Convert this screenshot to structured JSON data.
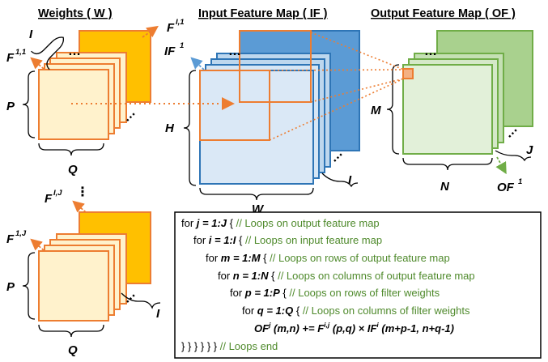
{
  "titles": {
    "weights": "Weights ( W )",
    "input": "Input Feature Map ( IF )",
    "output": "Output Feature Map ( OF )"
  },
  "labels": {
    "F": "F",
    "IF": "IF",
    "OF": "OF",
    "sup_11": "1,1",
    "sup_I1": "I,1",
    "sup_IJ": "I,J",
    "sup_1J": "1,J",
    "sup_1": "1",
    "I": "I",
    "J": "J",
    "P": "P",
    "Q": "Q",
    "H": "H",
    "W": "W",
    "M": "M",
    "N": "N",
    "dots": "…",
    "vdots": "⋮"
  },
  "code": {
    "line1": {
      "kw": "for ",
      "var": "j = 1:J",
      "brace": " { ",
      "comment": "// Loops on output feature map"
    },
    "line2": {
      "kw": "for ",
      "var": "i = 1:I",
      "brace": " { ",
      "comment": "// Loops on input feature map"
    },
    "line3": {
      "kw": "for ",
      "var": "m = 1:M",
      "brace": " { ",
      "comment": "// Loops on rows of output feature map"
    },
    "line4": {
      "kw": "for ",
      "var": "n = 1:N",
      "brace": " { ",
      "comment": "// Loops on columns of output feature map"
    },
    "line5": {
      "kw": "for ",
      "var": "p = 1:P",
      "brace": " { ",
      "comment": "// Loops on rows of filter weights"
    },
    "line6": {
      "kw": "for ",
      "var": "q = 1:Q",
      "brace": " { ",
      "comment": "// Loops on columns of filter weights"
    },
    "line7": {
      "of": "OF",
      "of_sup": "j",
      "lhs_args": " (m,n) += F",
      "f_sup": "i,j",
      "f_args": " (p,q) × IF",
      "if_sup": "i",
      "if_args": " (m+p-1, n+q-1)"
    },
    "line8": {
      "braces": "} } } } } } ",
      "comment": "// Loops end"
    }
  },
  "colors": {
    "orange": "#ed7d31",
    "gold": "#ffc000",
    "paleYellow": "#fff2cc",
    "blue": "#2e75b6",
    "blueFill": "#5b9bd5",
    "lightBlue": "#bdd7ee",
    "palestBlue": "#dae8f6",
    "green": "#70ad47",
    "greenFill": "#a9d18e",
    "lightGreen": "#c5e0b4",
    "palestGreen": "#e2f0d9",
    "commentGreen": "#4f8a2c"
  }
}
